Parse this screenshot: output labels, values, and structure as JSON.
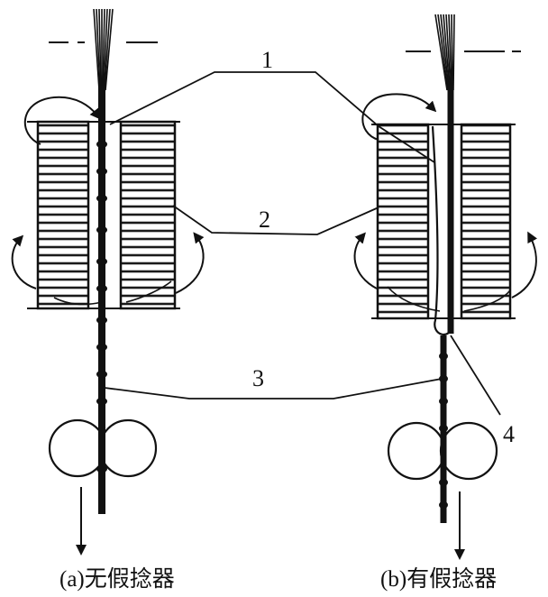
{
  "figure": {
    "numbers": {
      "n1": "1",
      "n2": "2",
      "n3": "3",
      "n4": "4"
    },
    "captions": {
      "left": "(a)无假捻器",
      "right": "(b)有假捻器"
    }
  }
}
